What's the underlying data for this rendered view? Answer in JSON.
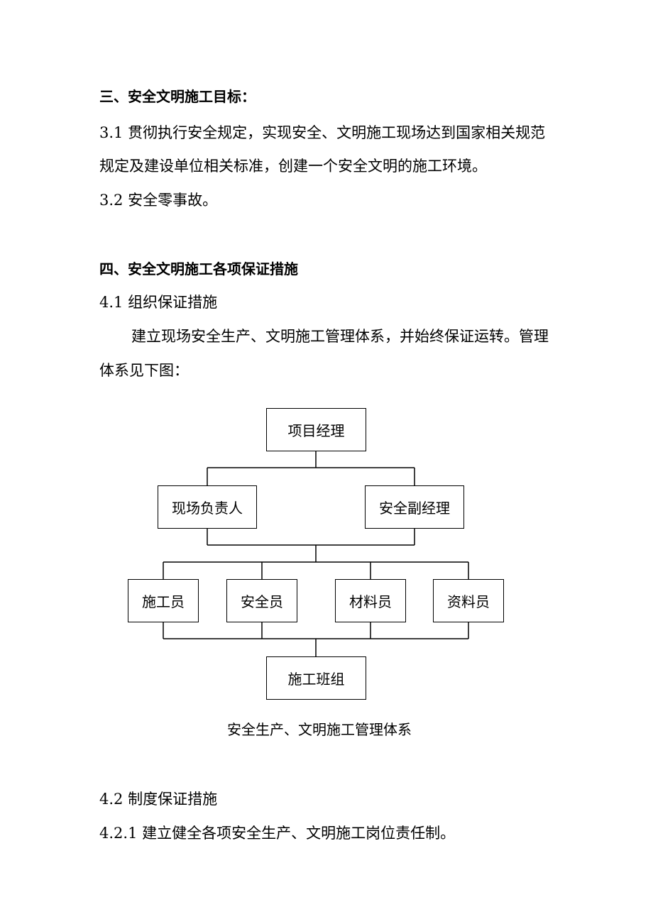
{
  "section3": {
    "heading": "三、安全文明施工目标：",
    "p1_line1": "3.1 贯彻执行安全规定，实现安全、文明施工现场达到国家相关规范",
    "p1_line2": "规定及建设单位相关标准，创建一个安全文明的施工环境。",
    "p2": "3.2  安全零事故。"
  },
  "section4": {
    "heading": "四、安全文明施工各项保证措施",
    "sub1": "4.1  组织保证措施",
    "para_line1": "建立现场安全生产、文明施工管理体系，并始终保证运转。管理",
    "para_line2": "体系见下图：",
    "org_chart": {
      "top": "项目经理",
      "level2": [
        "现场负责人",
        "安全副经理"
      ],
      "level3": [
        "施工员",
        "安全员",
        "材料员",
        "资料员"
      ],
      "bottom": "施工班组",
      "caption": "安全生产、文明施工管理体系"
    },
    "sub2": "4.2  制度保证措施",
    "sub2_1": "4.2.1  建立健全各项安全生产、文明施工岗位责任制。"
  }
}
